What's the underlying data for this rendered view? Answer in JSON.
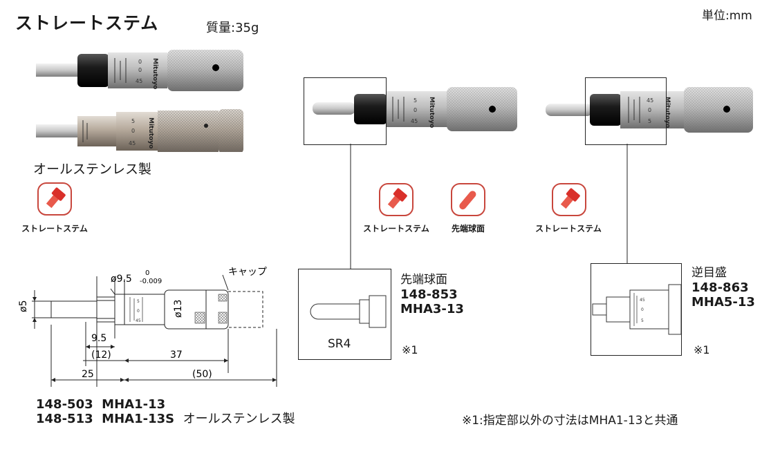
{
  "header": {
    "title": "ストレートステム",
    "weight": "質量:35g",
    "unit": "単位:mm"
  },
  "left": {
    "stainless_note": "オールステンレス製",
    "stem_icon_label": "ストレートステム",
    "brand": "Mitutoyo"
  },
  "drawing": {
    "cap_label": "キャップ",
    "dia_spindle": "ø5",
    "dia_thimble_base": "ø9.5",
    "dia_tol_upper": "0",
    "dia_tol_lower": "-0.009",
    "dia_thimble": "ø13",
    "dim_95": "9.5",
    "dim_12": "(12)",
    "dim_37": "37",
    "dim_25": "25",
    "dim_50": "(50)"
  },
  "models": {
    "line1_code": "148-503",
    "line1_model": "MHA1-13",
    "line2_code": "148-513",
    "line2_model": "MHA1-13S",
    "line2_note": "オールステンレス製"
  },
  "middle": {
    "icon1_label": "ストレートステム",
    "icon2_label": "先端球面",
    "detail_label": "先端球面",
    "detail_code": "148-853",
    "detail_model": "MHA3-13",
    "sr_label": "SR4",
    "note_mark": "※1"
  },
  "right": {
    "icon_label": "ストレートステム",
    "detail_label": "逆目盛",
    "detail_code": "148-863",
    "detail_model": "MHA5-13",
    "note_mark": "※1"
  },
  "footnote": "※1:指定部以外の寸法はMHA1-13と共通",
  "colors": {
    "icon_red": "#d9302a",
    "icon_border": "#c8463c",
    "steel": "#a9a9a9",
    "dark_steel": "#111111"
  }
}
